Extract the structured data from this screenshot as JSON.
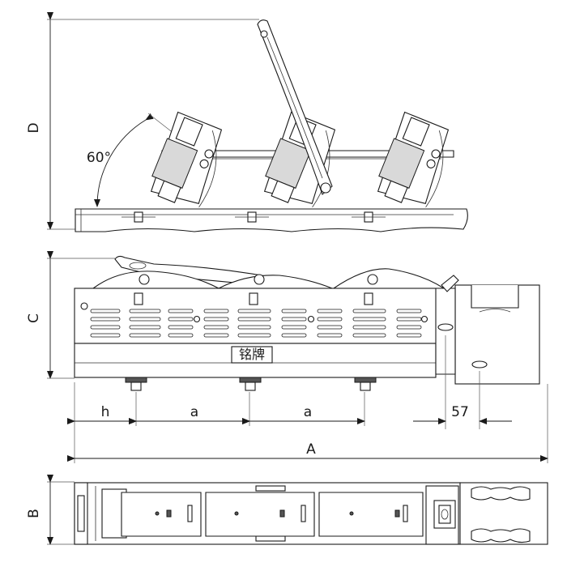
{
  "dimensions": {
    "D": "D",
    "angle": "60°",
    "C": "C",
    "h": "h",
    "a1": "a",
    "a2": "a",
    "d57": "57",
    "A": "A",
    "B": "B"
  },
  "nameplate": "铭牌",
  "colors": {
    "line": "#1a1a1a",
    "fill": "#ffffff",
    "shade": "#d9d9d9"
  }
}
